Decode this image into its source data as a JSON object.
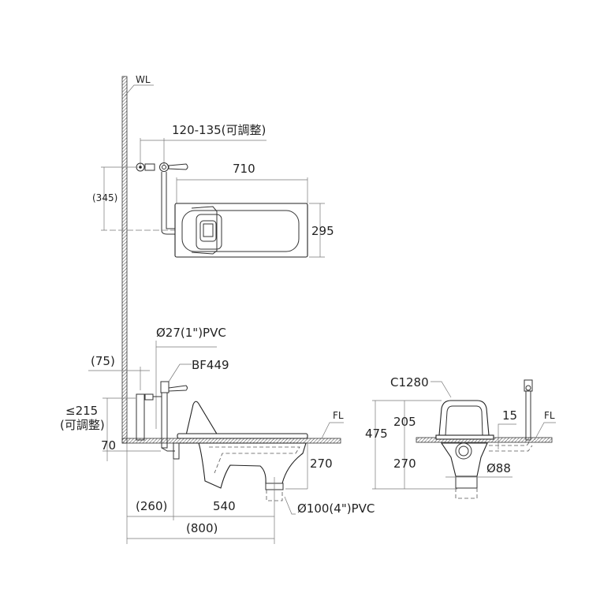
{
  "title": "Squat toilet C1280 installation dimensions",
  "labels": {
    "wall_line": "WL",
    "floor_line": "FL",
    "floor_line_right": "FL",
    "adjustable_range": "120-135(可調整)",
    "length_710": "710",
    "height_345": "(345)",
    "width_295": "295",
    "supply_pipe": "Ø27(1\")PVC",
    "offset_75": "(75)",
    "flush_valve_model": "BF449",
    "max_215": "≤215",
    "adjustable": "(可調整)",
    "depth_70": "70",
    "depth_270": "270",
    "dist_260": "(260)",
    "dist_540": "540",
    "drain_pipe": "Ø100(4\")PVC",
    "dist_800": "(800)",
    "model": "C1280",
    "height_475": "475",
    "height_205": "205",
    "offset_15": "15",
    "depth_270_right": "270",
    "dia_88": "Ø88"
  }
}
